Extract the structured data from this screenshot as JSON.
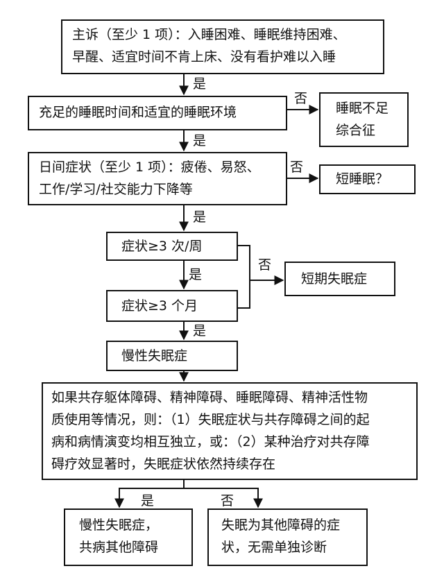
{
  "nodes": {
    "complaint": [
      "主诉（至少 1 项）：入睡困难、睡眠维持困难、",
      "早醒、适宜时间不肯上床、没有看护难以入睡"
    ],
    "sleep_env": [
      "充足的睡眠时间和适宜的睡眠环境"
    ],
    "insufficient": [
      "睡眠不足",
      "综合征"
    ],
    "daytime": [
      "日间症状（至少 1 项）：疲倦、易怒、",
      "工作/学习/社交能力下降等"
    ],
    "short_sleep": [
      "短睡眠？"
    ],
    "freq": [
      "症状≥3 次/周"
    ],
    "duration": [
      "症状≥3 个月"
    ],
    "short_term": [
      "短期失眠症"
    ],
    "chronic": [
      "慢性失眠症"
    ],
    "comorbid": [
      "如果共存躯体障碍、精神障碍、睡眠障碍、精神活性物",
      "质使用等情况，则：（1）失眠症状与共存障碍之间的起",
      "病和病情演变均相互独立，或：（2）某种治疗对共存障",
      "碍疗效显著时，失眠症状依然持续存在"
    ],
    "chronic_comorbid": [
      "慢性失眠症，",
      "共病其他障碍"
    ],
    "other_disorder": [
      "失眠为其他障碍的症",
      "状，无需单独诊断"
    ]
  },
  "labels": {
    "yes": "是",
    "no": "否"
  }
}
